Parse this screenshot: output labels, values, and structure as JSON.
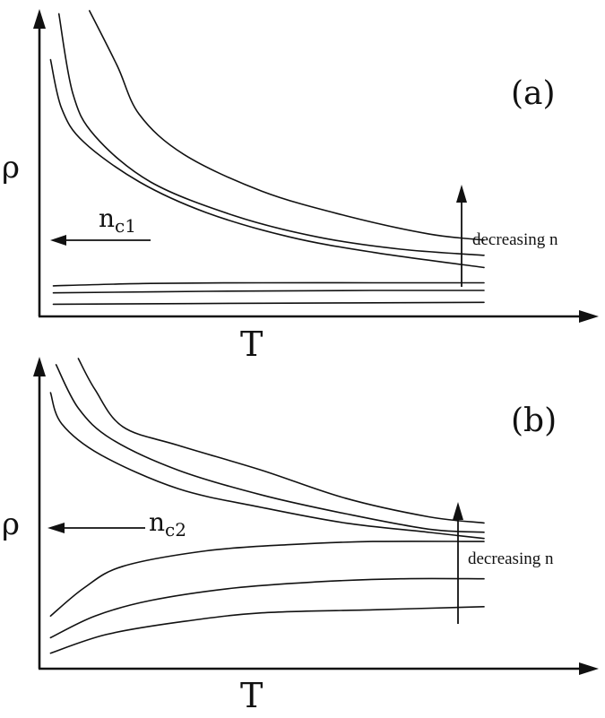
{
  "chart_data": [
    {
      "type": "line",
      "panel_label": "(a)",
      "ylabel": "ρ",
      "xlabel": "T",
      "annotation": {
        "base": "n",
        "subscript": "c1"
      },
      "direction_label": "decreasing n",
      "series": [
        {
          "points": [
            [
              0.09,
              1.0
            ],
            [
              0.14,
              0.82
            ],
            [
              0.18,
              0.66
            ],
            [
              0.26,
              0.53
            ],
            [
              0.4,
              0.41
            ],
            [
              0.55,
              0.33
            ],
            [
              0.7,
              0.27
            ],
            [
              0.8,
              0.25
            ]
          ]
        },
        {
          "points": [
            [
              0.035,
              0.99
            ],
            [
              0.06,
              0.73
            ],
            [
              0.1,
              0.59
            ],
            [
              0.2,
              0.44
            ],
            [
              0.35,
              0.33
            ],
            [
              0.5,
              0.26
            ],
            [
              0.65,
              0.22
            ],
            [
              0.8,
              0.2
            ]
          ]
        },
        {
          "points": [
            [
              0.02,
              0.84
            ],
            [
              0.04,
              0.68
            ],
            [
              0.08,
              0.57
            ],
            [
              0.18,
              0.44
            ],
            [
              0.3,
              0.34
            ],
            [
              0.45,
              0.26
            ],
            [
              0.6,
              0.21
            ],
            [
              0.8,
              0.16
            ]
          ]
        },
        {
          "points": [
            [
              0.025,
              0.1
            ],
            [
              0.2,
              0.108
            ],
            [
              0.4,
              0.11
            ],
            [
              0.6,
              0.11
            ],
            [
              0.8,
              0.11
            ]
          ]
        },
        {
          "points": [
            [
              0.025,
              0.077
            ],
            [
              0.3,
              0.082
            ],
            [
              0.6,
              0.085
            ],
            [
              0.8,
              0.085
            ]
          ]
        },
        {
          "points": [
            [
              0.025,
              0.04
            ],
            [
              0.4,
              0.043
            ],
            [
              0.8,
              0.046
            ]
          ]
        }
      ]
    },
    {
      "type": "line",
      "panel_label": "(b)",
      "ylabel": "ρ",
      "xlabel": "T",
      "annotation": {
        "base": "n",
        "subscript": "c2"
      },
      "direction_label": "decreasing n",
      "series": [
        {
          "points": [
            [
              0.07,
              1.0
            ],
            [
              0.1,
              0.9
            ],
            [
              0.15,
              0.78
            ],
            [
              0.25,
              0.72
            ],
            [
              0.4,
              0.64
            ],
            [
              0.55,
              0.55
            ],
            [
              0.7,
              0.49
            ],
            [
              0.8,
              0.47
            ]
          ]
        },
        {
          "points": [
            [
              0.03,
              0.98
            ],
            [
              0.07,
              0.84
            ],
            [
              0.13,
              0.74
            ],
            [
              0.25,
              0.64
            ],
            [
              0.4,
              0.56
            ],
            [
              0.55,
              0.5
            ],
            [
              0.7,
              0.45
            ],
            [
              0.8,
              0.44
            ]
          ]
        },
        {
          "points": [
            [
              0.02,
              0.89
            ],
            [
              0.04,
              0.79
            ],
            [
              0.11,
              0.69
            ],
            [
              0.25,
              0.58
            ],
            [
              0.4,
              0.52
            ],
            [
              0.55,
              0.47
            ],
            [
              0.7,
              0.44
            ],
            [
              0.8,
              0.42
            ]
          ]
        },
        {
          "points": [
            [
              0.02,
              0.17
            ],
            [
              0.08,
              0.26
            ],
            [
              0.15,
              0.33
            ],
            [
              0.3,
              0.38
            ],
            [
              0.45,
              0.4
            ],
            [
              0.6,
              0.41
            ],
            [
              0.8,
              0.41
            ]
          ]
        },
        {
          "points": [
            [
              0.02,
              0.1
            ],
            [
              0.1,
              0.17
            ],
            [
              0.2,
              0.22
            ],
            [
              0.35,
              0.26
            ],
            [
              0.5,
              0.28
            ],
            [
              0.65,
              0.29
            ],
            [
              0.8,
              0.29
            ]
          ]
        },
        {
          "points": [
            [
              0.02,
              0.05
            ],
            [
              0.12,
              0.11
            ],
            [
              0.25,
              0.15
            ],
            [
              0.4,
              0.18
            ],
            [
              0.6,
              0.19
            ],
            [
              0.8,
              0.2
            ]
          ]
        }
      ]
    }
  ]
}
